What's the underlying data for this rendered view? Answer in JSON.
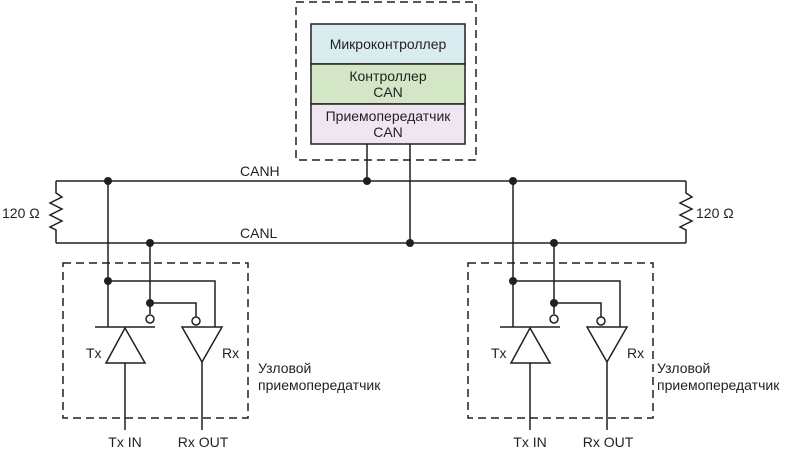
{
  "controller_stack": {
    "microcontroller": "Микроконтроллер",
    "can_controller": [
      "Контроллер",
      "CAN"
    ],
    "can_transceiver": [
      "Приемопередатчик",
      "CAN"
    ],
    "colors": {
      "microcontroller": "#d9edf0",
      "can_controller": "#d3e6c6",
      "can_transceiver": "#f0e6f2"
    }
  },
  "bus": {
    "canh": "CANH",
    "canl": "CANL"
  },
  "terminators": {
    "left": "120 Ω",
    "right": "120 Ω"
  },
  "nodes": [
    {
      "tx": "Tx",
      "rx": "Rx",
      "label": [
        "Узловой",
        "приемопередатчик"
      ],
      "tx_in": "Tx IN",
      "rx_out": "Rx OUT"
    },
    {
      "tx": "Tx",
      "rx": "Rx",
      "label": [
        "Узловой",
        "приемопередатчик"
      ],
      "tx_in": "Tx IN",
      "rx_out": "Rx OUT"
    }
  ]
}
